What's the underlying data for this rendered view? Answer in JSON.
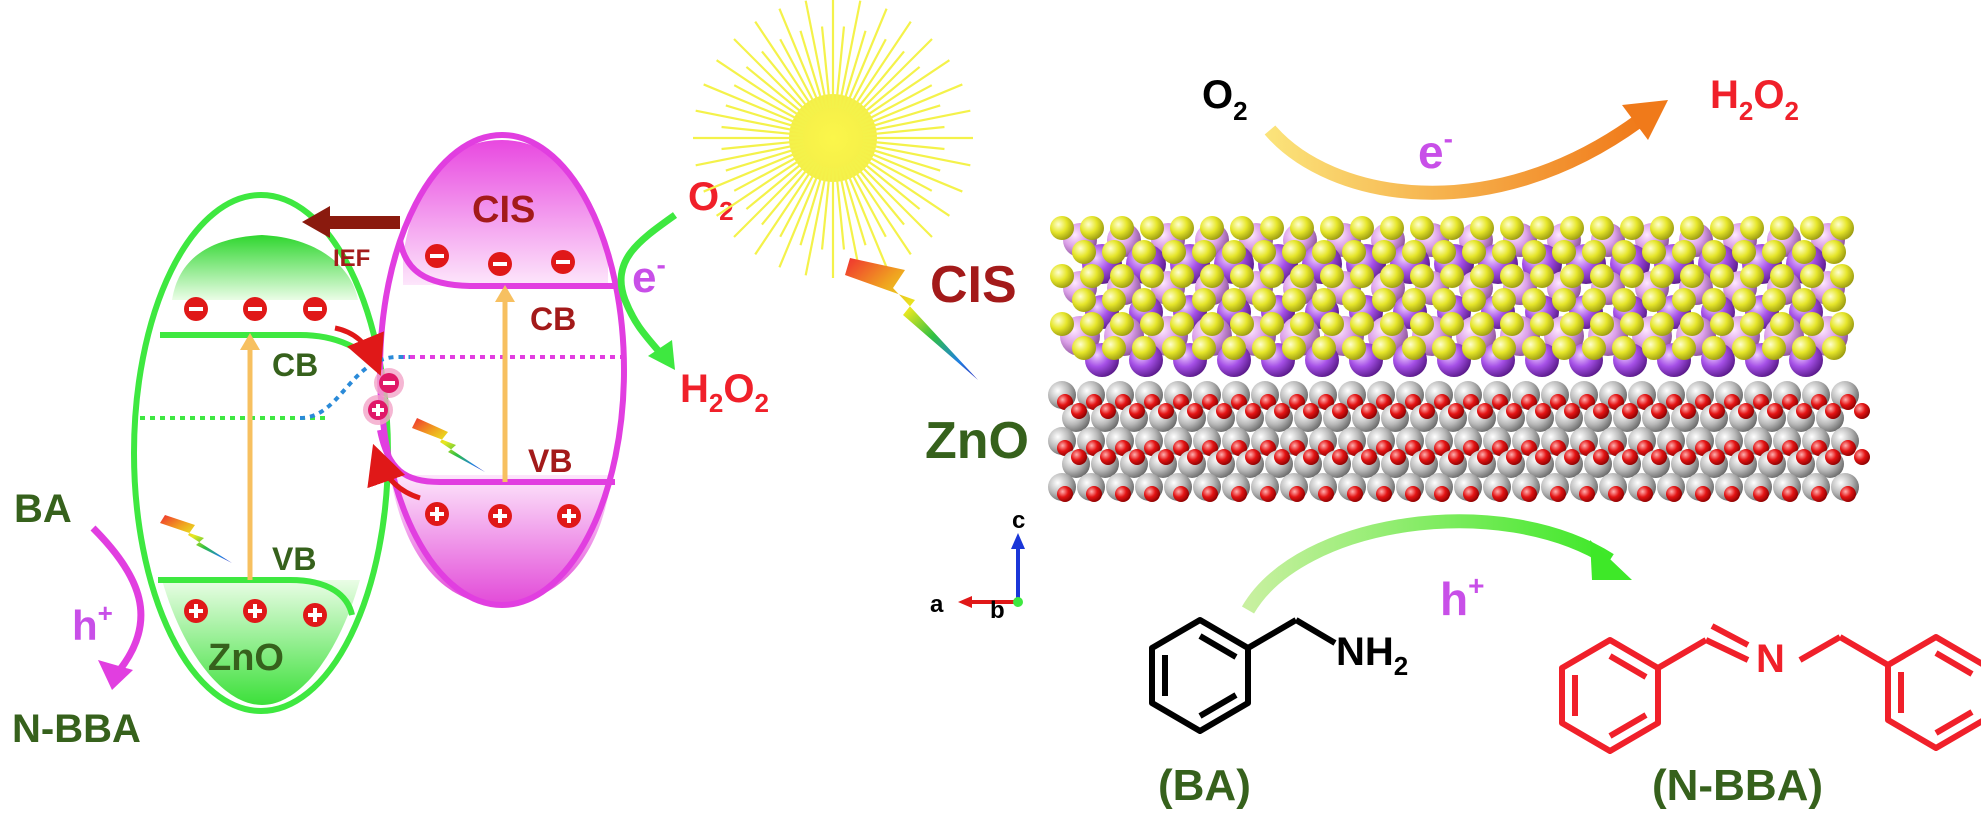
{
  "colors": {
    "zno_green": "#3ee840",
    "cis_magenta": "#e13ee0",
    "dark_green": "#36611c",
    "dark_red": "#a31a1a",
    "bright_red": "#f0202a",
    "purple_label": "#c84fe8",
    "transition_yellow": "#f7c060",
    "sun_yellow": "#f4f24a",
    "oxygen_red": "#e01010",
    "zinc_gray": "#b4b4b4",
    "sulfur_yellow": "#e4e628",
    "indium_purple": "#a050e0"
  },
  "band_diagram": {
    "cis": {
      "name": "CIS",
      "cb": "CB",
      "vb": "VB"
    },
    "zno": {
      "name": "ZnO",
      "cb": "CB",
      "vb": "VB"
    },
    "ief": "IEF",
    "reactant_left": "BA",
    "product_left": "N-BBA",
    "hole_label": "h",
    "hole_sup": "+",
    "electron_label": "e",
    "electron_sup": "-",
    "o2": {
      "base": "O",
      "sub": "2"
    },
    "h2o2": {
      "base": "H",
      "sub1": "2",
      "mid": "O",
      "sub2": "2"
    }
  },
  "structure_panel": {
    "cis_label": "CIS",
    "zno_label": "ZnO",
    "axes": {
      "a": "a",
      "b": "b",
      "c": "c"
    },
    "o2": {
      "base": "O",
      "sub": "2"
    },
    "h2o2": {
      "base": "H",
      "sub1": "2",
      "mid": "O",
      "sub2": "2"
    },
    "electron_label": "e",
    "electron_sup": "-",
    "hole_label": "h",
    "hole_sup": "+",
    "ba_amine": {
      "base": "NH",
      "sub": "2"
    },
    "ba_caption": "(BA)",
    "nbba_n": "N",
    "nbba_caption": "(N-BBA)"
  }
}
